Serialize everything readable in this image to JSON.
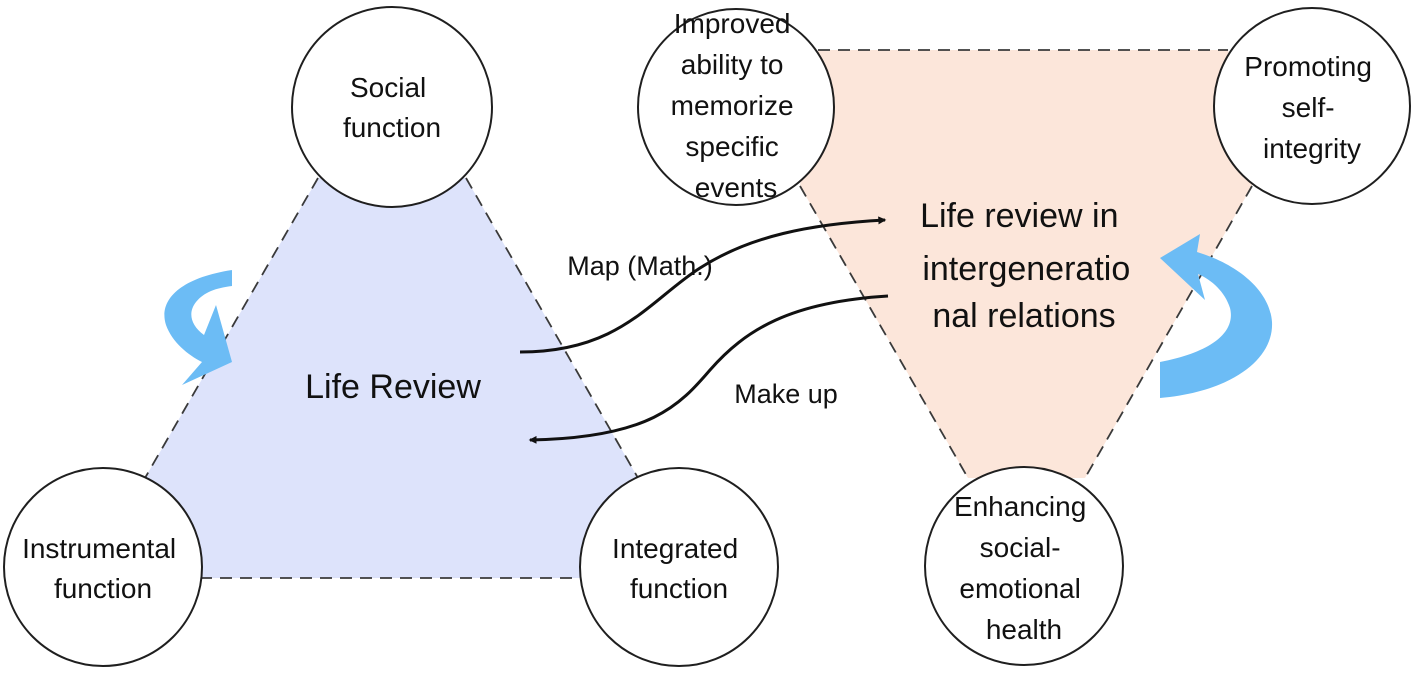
{
  "colors": {
    "left_triangle_fill": "#dde3fb",
    "right_triangle_fill": "#fce6da",
    "cycle_arrow": "#6cbcf5",
    "line": "#111111"
  },
  "left_cluster": {
    "center_label": "Life Review",
    "nodes": [
      {
        "id": "social",
        "lines": [
          "Social",
          "function"
        ]
      },
      {
        "id": "instrumental",
        "lines": [
          "Instrumental",
          "function"
        ]
      },
      {
        "id": "integrated",
        "lines": [
          "Integrated",
          "function"
        ]
      }
    ],
    "cycle_icon": "circular-arrow-icon"
  },
  "right_cluster": {
    "center_lines": [
      "Life review in",
      "intergeneratio",
      "nal relations"
    ],
    "nodes": [
      {
        "id": "memorize",
        "lines": [
          "Improved",
          "ability to",
          "memorize",
          "specific",
          "events"
        ]
      },
      {
        "id": "self-integrity",
        "lines": [
          "Promoting",
          "self-",
          "integrity"
        ]
      },
      {
        "id": "social-emotional",
        "lines": [
          "Enhancing",
          "social-",
          "emotional",
          "health"
        ]
      }
    ],
    "cycle_icon": "circular-arrow-icon"
  },
  "connections": [
    {
      "from": "Life Review",
      "to": "Life review in intergenerational relations",
      "label": "Map (Math.)"
    },
    {
      "from": "Life review in intergenerational relations",
      "to": "Life Review",
      "label": "Make up"
    }
  ]
}
